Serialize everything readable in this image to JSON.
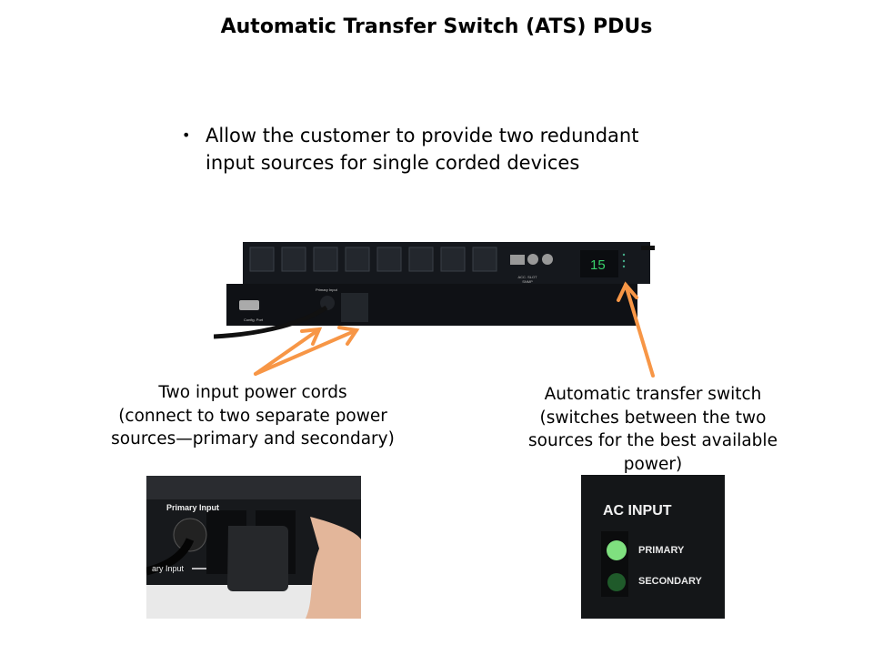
{
  "title": "Automatic Transfer Switch (ATS) PDUs",
  "bullets": [
    {
      "symbol": "•",
      "text_line1": "Allow the customer to provide two redundant",
      "text_line2": "input sources for single corded devices"
    }
  ],
  "captions": {
    "left": [
      "Two input power cords",
      "(connect to two separate power",
      "sources—primary and secondary)"
    ],
    "right": [
      "Automatic transfer switch",
      "(switches between the two",
      "sources for the best available",
      "power)"
    ]
  },
  "pdu_photo": {
    "display_value": "15",
    "config_port_label": "Config. Port",
    "primary_input_label": "Primary Input",
    "slot_label": "ACC. SLOT",
    "slot_sub": "SNMP"
  },
  "plug_photo": {
    "primary_label": "Primary Input",
    "secondary_label": "ary Input"
  },
  "ac_input_photo": {
    "heading": "AC INPUT",
    "primary": "PRIMARY",
    "secondary": "SECONDARY"
  },
  "colors": {
    "arrow": "#F79646",
    "led_on": "#7fe07f",
    "led_off": "#1f5a2a",
    "display": "#39d16b"
  }
}
